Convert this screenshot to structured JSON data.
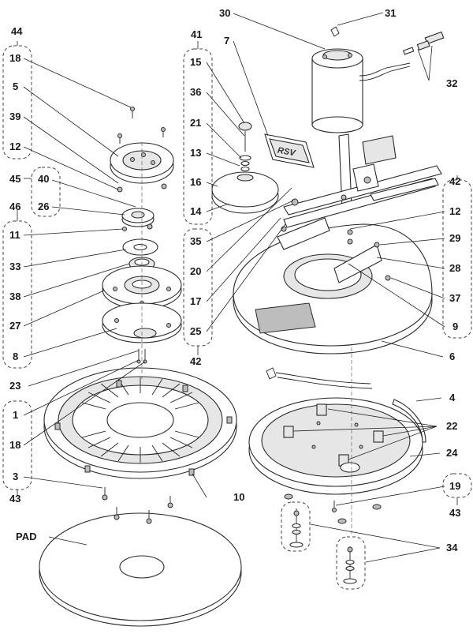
{
  "callouts": {
    "c44": "44",
    "c18a": "18",
    "c5": "5",
    "c39": "39",
    "c12a": "12",
    "c45": "45",
    "c40": "40",
    "c26": "26",
    "c46": "46",
    "c11": "11",
    "c33": "33",
    "c38": "38",
    "c27": "27",
    "c8": "8",
    "c23": "23",
    "c1": "1",
    "c18b": "18",
    "c3": "3",
    "c43a": "43",
    "c41": "41",
    "c15": "15",
    "c36": "36",
    "c21": "21",
    "c13": "13",
    "c16": "16",
    "c14": "14",
    "c35": "35",
    "c20": "20",
    "c17": "17",
    "c25": "25",
    "c42a": "42",
    "c7": "7",
    "c30": "30",
    "c31": "31",
    "c32": "32",
    "c42b": "42",
    "c12b": "12",
    "c29": "29",
    "c28": "28",
    "c37": "37",
    "c9": "9",
    "c6": "6",
    "c4": "4",
    "c22": "22",
    "c24": "24",
    "c10": "10",
    "c19": "19",
    "c43b": "43",
    "c34": "34",
    "pad": "PAD"
  },
  "decal_text": "RSV"
}
